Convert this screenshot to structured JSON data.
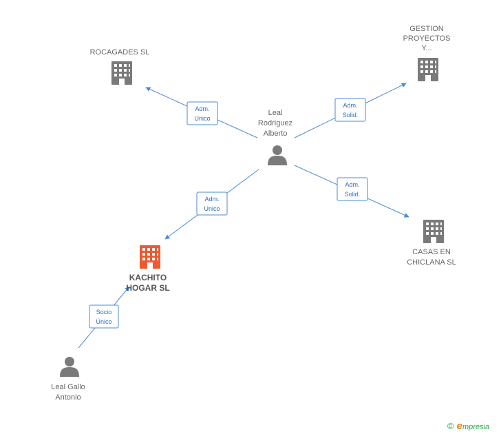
{
  "colors": {
    "edge": "#4a8ad4",
    "company_icon": "#7a7a7a",
    "person_icon": "#7a7a7a",
    "highlight_icon": "#f0582f",
    "label": "#666666"
  },
  "nodes": {
    "rocagades": {
      "label": [
        "ROCAGADES SL"
      ],
      "icon": "building-icon"
    },
    "gestion": {
      "label": [
        "GESTION",
        "PROYECTOS",
        "Y..."
      ],
      "icon": "building-icon"
    },
    "leal_rodriguez": {
      "label": [
        "Leal",
        "Rodriguez",
        "Alberto"
      ],
      "icon": "person-icon"
    },
    "casas": {
      "label": [
        "CASAS EN",
        "CHICLANA SL"
      ],
      "icon": "building-icon"
    },
    "kachito": {
      "label": [
        "KACHITO",
        "HOGAR SL"
      ],
      "icon": "building-icon",
      "highlighted": true
    },
    "leal_gallo": {
      "label": [
        "Leal Gallo",
        "Antonio"
      ],
      "icon": "person-icon"
    }
  },
  "edges": {
    "e_rocagades": {
      "label": [
        "Adm.",
        "Unico"
      ]
    },
    "e_gestion": {
      "label": [
        "Adm.",
        "Solid."
      ]
    },
    "e_casas": {
      "label": [
        "Adm.",
        "Solid."
      ]
    },
    "e_kachito": {
      "label": [
        "Adm.",
        "Unico"
      ]
    },
    "e_socio": {
      "label": [
        "Socio",
        "Único"
      ]
    }
  },
  "footer": {
    "copyright": "©",
    "brand_initial": "e",
    "brand_rest": "mpresia"
  }
}
